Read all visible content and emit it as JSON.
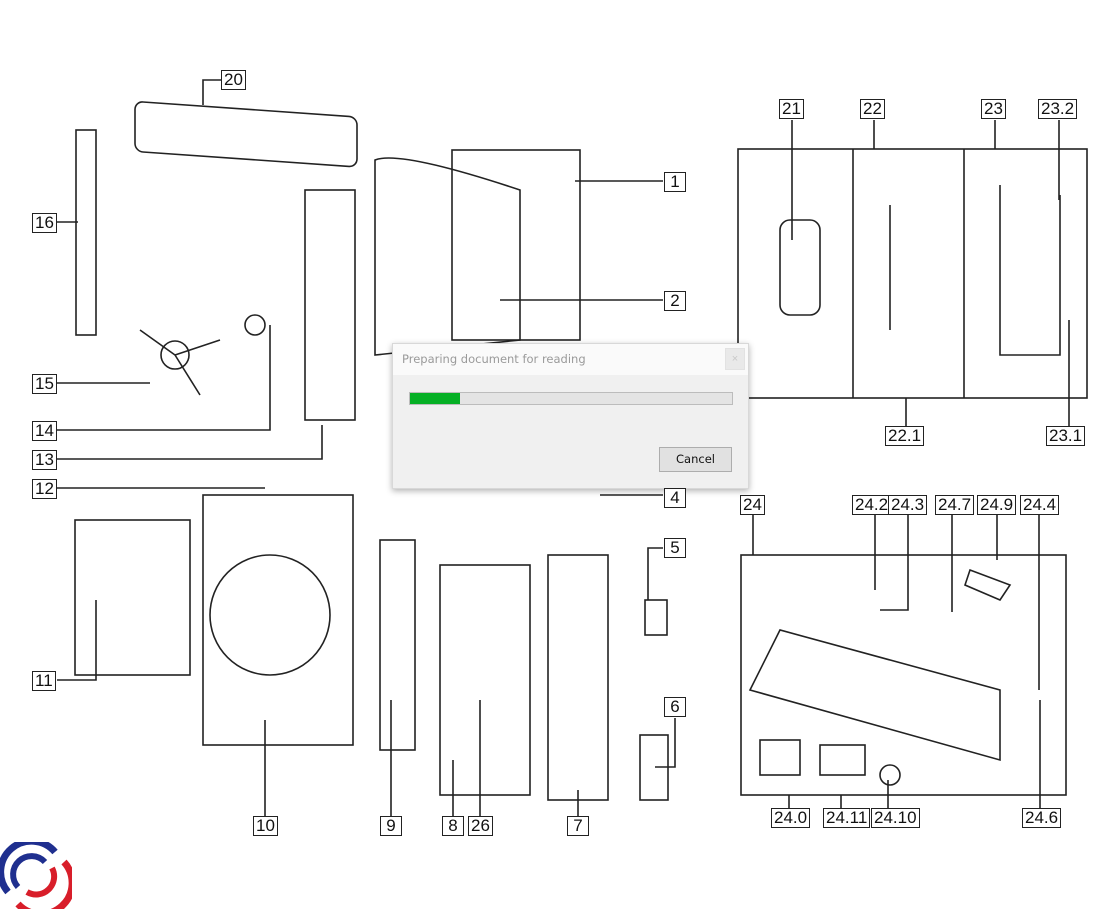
{
  "diagram": {
    "callouts": [
      "1",
      "2",
      "4",
      "5",
      "6",
      "7",
      "8",
      "9",
      "10",
      "11",
      "12",
      "13",
      "14",
      "15",
      "16",
      "20",
      "21",
      "22",
      "22.1",
      "23",
      "23.1",
      "23.2",
      "24",
      "24.0",
      "24.2",
      "24.3",
      "24.4",
      "24.6",
      "24.7",
      "24.9",
      "24.10",
      "24.11",
      "26"
    ]
  },
  "dialog": {
    "title": "Preparing document for reading",
    "close_label": "×",
    "progress": 0.155,
    "progress_color": "#06b025",
    "cancel_label": "Cancel"
  },
  "colors": {
    "logo_blue": "#1f2f8f",
    "logo_red": "#d81e2a"
  }
}
